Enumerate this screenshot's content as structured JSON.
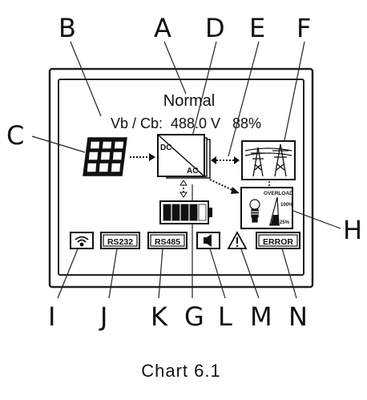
{
  "callout_letters": {
    "a": "A",
    "b": "B",
    "c": "C",
    "d": "D",
    "e": "E",
    "f": "F",
    "g": "G",
    "h": "H",
    "i": "I",
    "j": "J",
    "k": "K",
    "l": "L",
    "m": "M",
    "n": "N"
  },
  "display": {
    "status_text": "Normal",
    "battery_readout": "Vb / Cb:  488.0 V   88%",
    "inverter_dc_label": "DC",
    "inverter_ac_label": "AC",
    "overload_label": "OVERLOAD",
    "overload_high_label": "100%",
    "overload_low_label": "25%",
    "battery_level_bars": 4,
    "battery_level_max": 5
  },
  "indicators": {
    "wifi": "wifi-icon",
    "rs232": "RS232",
    "rs485": "RS485",
    "speaker": "speaker-icon",
    "warning": "warning-icon",
    "error": "ERROR"
  },
  "caption": "Chart 6.1",
  "colors": {
    "ink": "#111111",
    "background": "#ffffff",
    "frame": "#222222"
  }
}
